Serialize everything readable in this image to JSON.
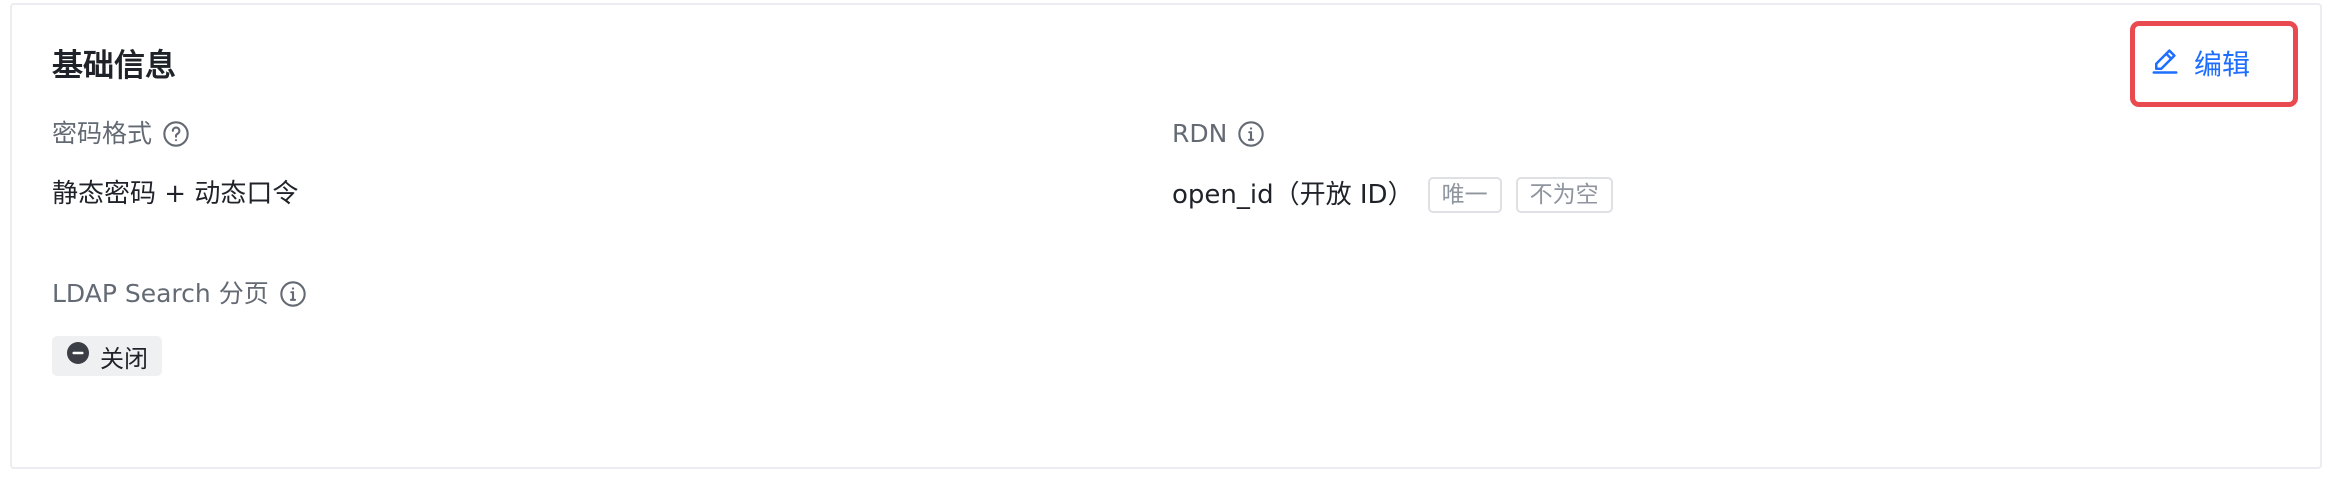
{
  "section": {
    "title": "基础信息",
    "edit_label": "编辑"
  },
  "fields": {
    "password_format": {
      "label": "密码格式",
      "value": "静态密码 + 动态口令"
    },
    "rdn": {
      "label": "RDN",
      "value": "open_id（开放 ID）",
      "tags": [
        "唯一",
        "不为空"
      ]
    },
    "ldap_paging": {
      "label": "LDAP Search 分页",
      "status": "关闭"
    }
  },
  "colors": {
    "accent": "#1e6fff",
    "highlight": "#e84a4f",
    "label": "#646a73",
    "text": "#1f2329"
  }
}
